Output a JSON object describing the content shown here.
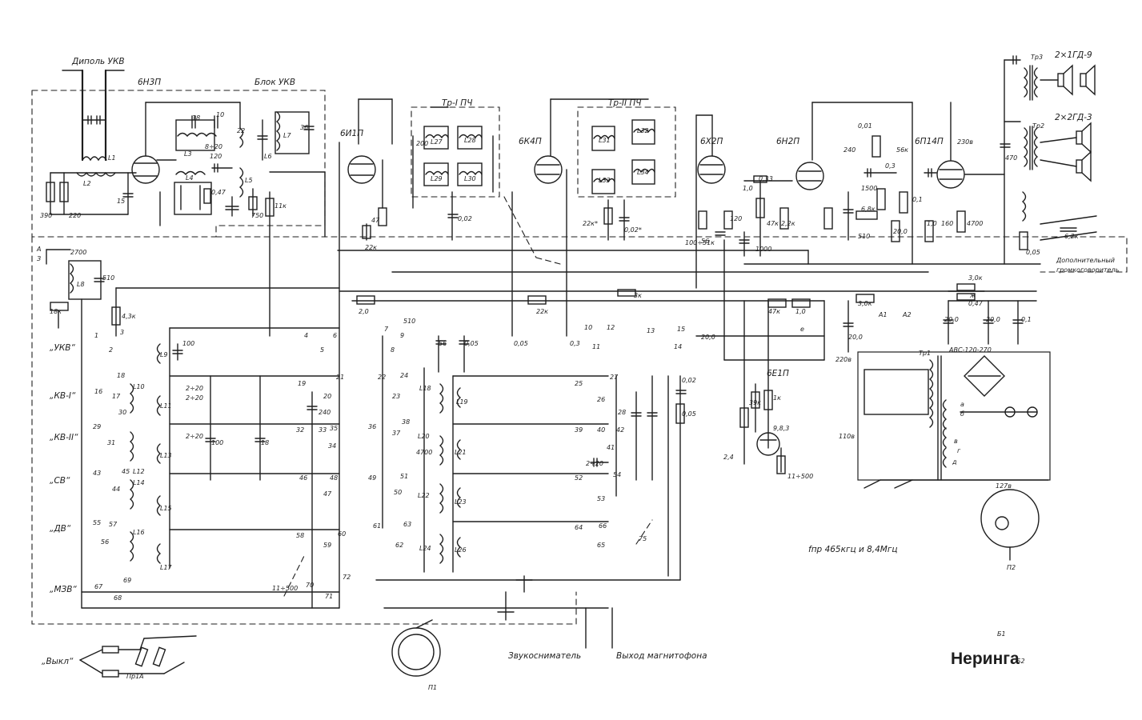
{
  "title": "Неринга",
  "blocks": {
    "dipole": "Диполь УКВ",
    "ukv_block": "Блок УКВ",
    "ifa1": "Тр-I ПЧ",
    "ifa2": "Тр-II ПЧ",
    "extra_speaker_1": "Дополнительный",
    "extra_speaker_2": "громкоговоритель",
    "pickup": "Звукосниматель",
    "tape_out": "Выход магнитофона",
    "off": "„Выкл“",
    "fpr": "fпр 465кгц и 8,4Мгц"
  },
  "tubes": [
    {
      "id": "v1",
      "label": "6Н3П"
    },
    {
      "id": "v2",
      "label": "6И1П"
    },
    {
      "id": "v3",
      "label": "6К4П"
    },
    {
      "id": "v4",
      "label": "6Х2П"
    },
    {
      "id": "v5",
      "label": "6Н2П"
    },
    {
      "id": "v6",
      "label": "6П14П"
    },
    {
      "id": "v7",
      "label": "6Е1П"
    }
  ],
  "bands": [
    {
      "id": "ukv",
      "label": "„УКВ“"
    },
    {
      "id": "kv1",
      "label": "„КВ-I“"
    },
    {
      "id": "kv2",
      "label": "„КВ-II“"
    },
    {
      "id": "sv",
      "label": "„СВ“"
    },
    {
      "id": "dv",
      "label": "„ДВ“"
    },
    {
      "id": "mzv",
      "label": "„МЗВ“"
    }
  ],
  "speakers": {
    "pair1": "2×1ГД-9",
    "pair2": "2×2ГД-3",
    "tr_out_1": "Тр3",
    "tr_out_2": "Тр2",
    "tr_power": "Тр1",
    "rectifier": "АВС-120-270",
    "p1": "П1",
    "p2": "П2",
    "fuse": "Пр1А"
  },
  "voltages": [
    "127в",
    "220в",
    "110в",
    "230в",
    "9,8,3"
  ],
  "labels": {
    "inductors": [
      "L1",
      "L2",
      "L3",
      "L4",
      "L5",
      "L6",
      "L7",
      "L8",
      "L9",
      "L10",
      "L11",
      "L12",
      "L13",
      "L14",
      "L15",
      "L16",
      "L17",
      "L18",
      "L19",
      "L20",
      "L21",
      "L22",
      "L23",
      "L24",
      "L26",
      "L27",
      "L28",
      "L29",
      "L30",
      "L31",
      "L32",
      "L33",
      "L34"
    ],
    "components": [
      "390",
      "220",
      "15",
      "18",
      "10",
      "8÷20",
      "120",
      "0,47",
      "22",
      "750",
      "11к",
      "36",
      "2700",
      "510",
      "18к",
      "4,3к",
      "100",
      "2÷20",
      "240",
      "100",
      "18",
      "47",
      "22к",
      "200",
      "0,02",
      "22к*",
      "0,02*",
      "100÷51к",
      "56",
      "120",
      "47к",
      "1000",
      "0,33",
      "1,0",
      "2,2к",
      "0,01",
      "240",
      "56к",
      "1500",
      "0,3",
      "6,8к",
      "510",
      "20,0",
      "0,1",
      "1,0",
      "160",
      "4700",
      "470",
      "0,05",
      "6,2к",
      "3к",
      "3,0к",
      "3,0к",
      "0,47",
      "2,0",
      "22к",
      "510",
      "56",
      "0,05",
      "0,05",
      "0,3",
      "1,0",
      "47к",
      "20,0",
      "20,0",
      "20,0",
      "20,0",
      "0,1",
      "0,05",
      "0,02",
      "2,4",
      "39к",
      "1к",
      "11÷500",
      "11÷500",
      "75",
      "4700",
      "2÷20",
      "2÷20",
      "2÷20"
    ],
    "switch_contacts": [
      "1",
      "2",
      "3",
      "4",
      "5",
      "6",
      "7",
      "8",
      "9",
      "10",
      "11",
      "12",
      "13",
      "14",
      "15",
      "16",
      "17",
      "18",
      "19",
      "20",
      "21",
      "22",
      "23",
      "24",
      "25",
      "26",
      "27",
      "28",
      "29",
      "30",
      "31",
      "32",
      "33",
      "34",
      "35",
      "36",
      "37",
      "38",
      "39",
      "40",
      "41",
      "42",
      "43",
      "44",
      "45",
      "46",
      "47",
      "48",
      "49",
      "50",
      "51",
      "52",
      "53",
      "54",
      "55",
      "56",
      "57",
      "58",
      "59",
      "60",
      "61",
      "62",
      "63",
      "64",
      "65",
      "66",
      "67",
      "68",
      "69",
      "70",
      "71",
      "72"
    ],
    "misc": [
      "A1",
      "A2",
      "Б1",
      "Б2",
      "А",
      "З",
      "е",
      "ж",
      "а",
      "б",
      "в",
      "г",
      "д"
    ]
  }
}
